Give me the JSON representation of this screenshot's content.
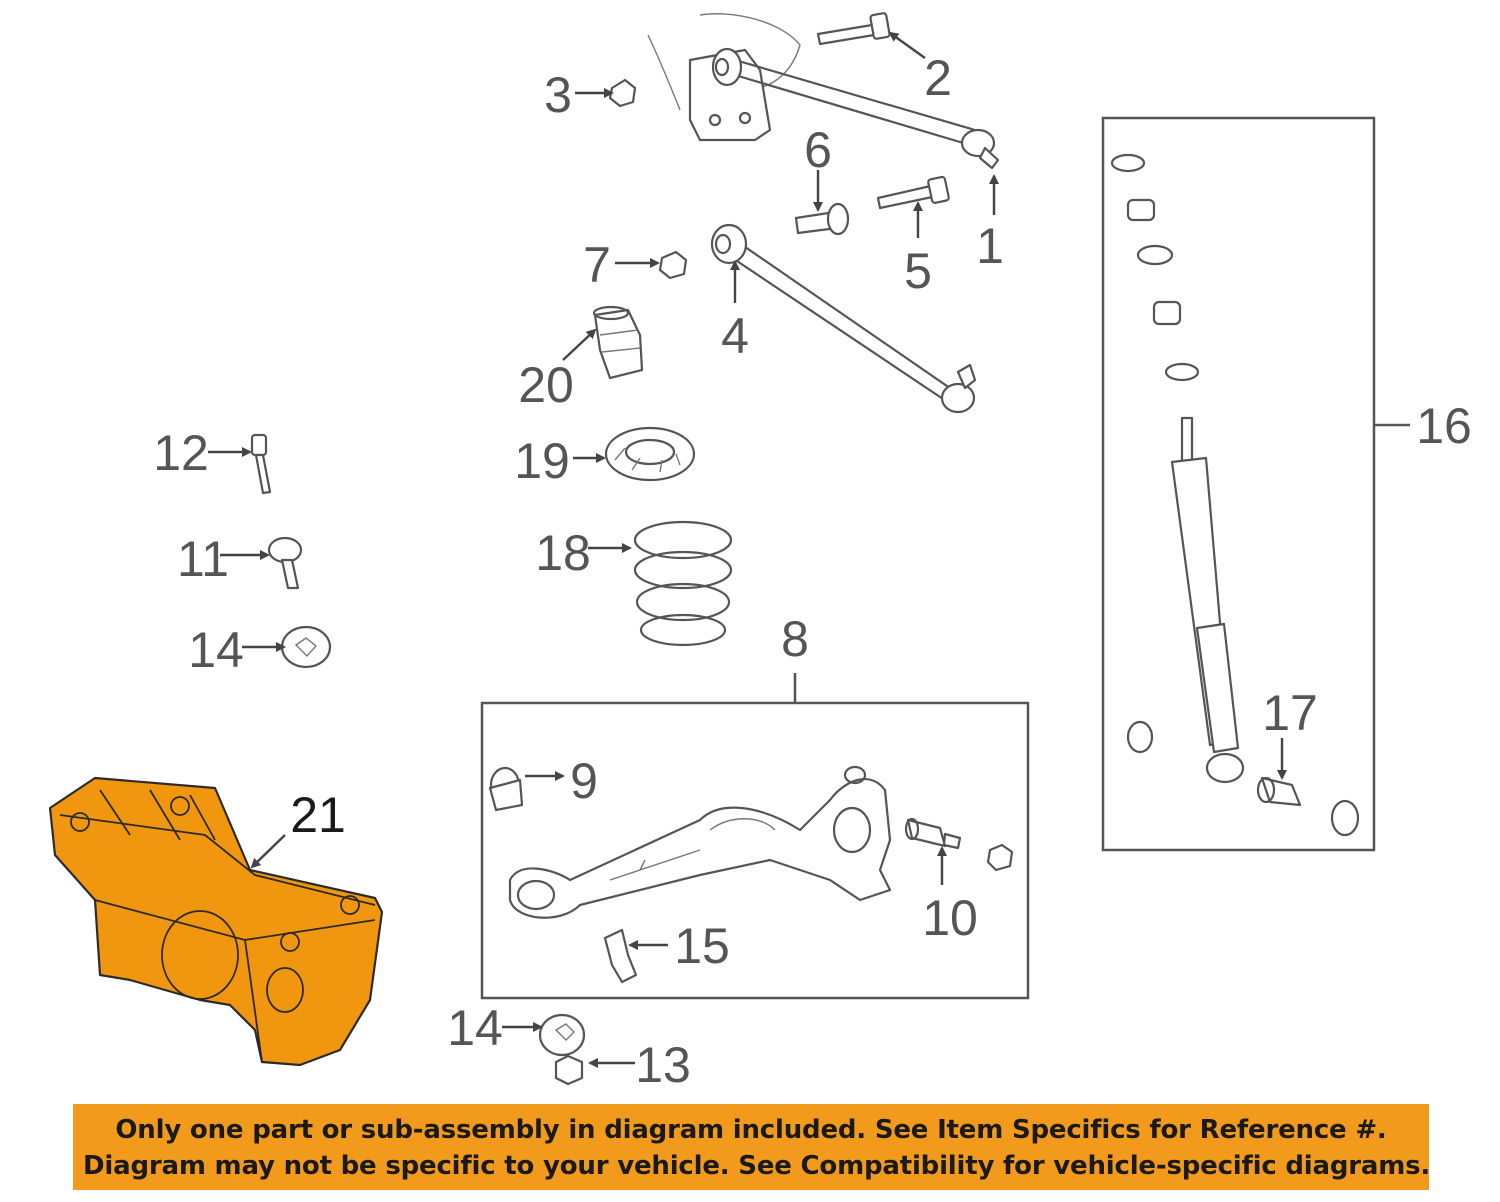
{
  "callouts": {
    "c1": "1",
    "c2": "2",
    "c3": "3",
    "c4": "4",
    "c5": "5",
    "c6": "6",
    "c7": "7",
    "c8": "8",
    "c9": "9",
    "c10": "10",
    "c11": "11",
    "c12": "12",
    "c13": "13",
    "c14a": "14",
    "c14b": "14",
    "c15": "15",
    "c16": "16",
    "c17": "17",
    "c18": "18",
    "c19": "19",
    "c20": "20",
    "c21": "21"
  },
  "highlighted_part": "21",
  "colors": {
    "highlight": "#f0960f",
    "banner": "#f29a1c",
    "line": "#555555"
  },
  "notice": {
    "line1": "Only one part or sub-assembly in diagram included. See Item Specifics for Reference #.",
    "line2": "Diagram may not be specific to your vehicle. See Compatibility for vehicle-specific diagrams."
  }
}
